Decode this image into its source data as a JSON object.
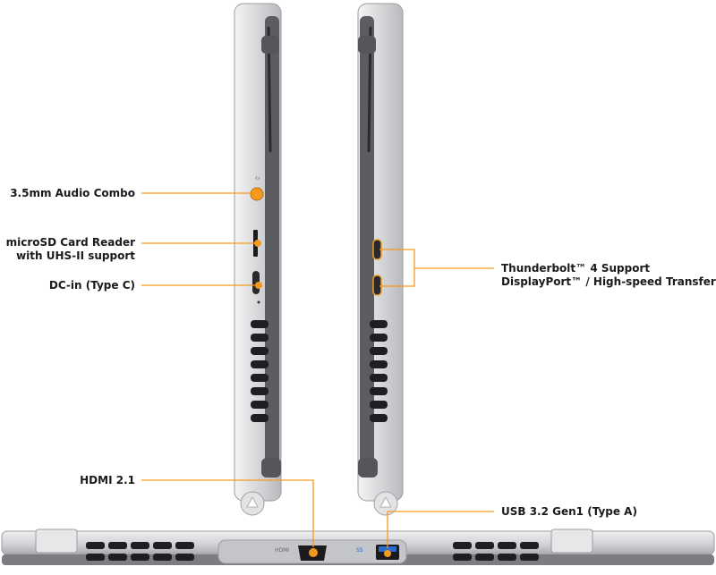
{
  "callouts": {
    "audio": "3.5mm Audio Combo",
    "microsd_line1": "microSD Card Reader",
    "microsd_line2": "with UHS-II support",
    "dcin": "DC-in (Type C)",
    "hdmi": "HDMI 2.1",
    "thunderbolt_line1": "Thunderbolt™ 4 Support",
    "thunderbolt_line2": "DisplayPort™ / High-speed Transferring",
    "usb": "USB 3.2 Gen1 (Type A)"
  },
  "port_marks": {
    "hdmi": "HDMI",
    "usb": "SS"
  },
  "colors": {
    "accent": "#f39a1e",
    "chassis": "#d9dadc",
    "chassis_dark": "#56575a",
    "vent": "#1e1f22"
  }
}
